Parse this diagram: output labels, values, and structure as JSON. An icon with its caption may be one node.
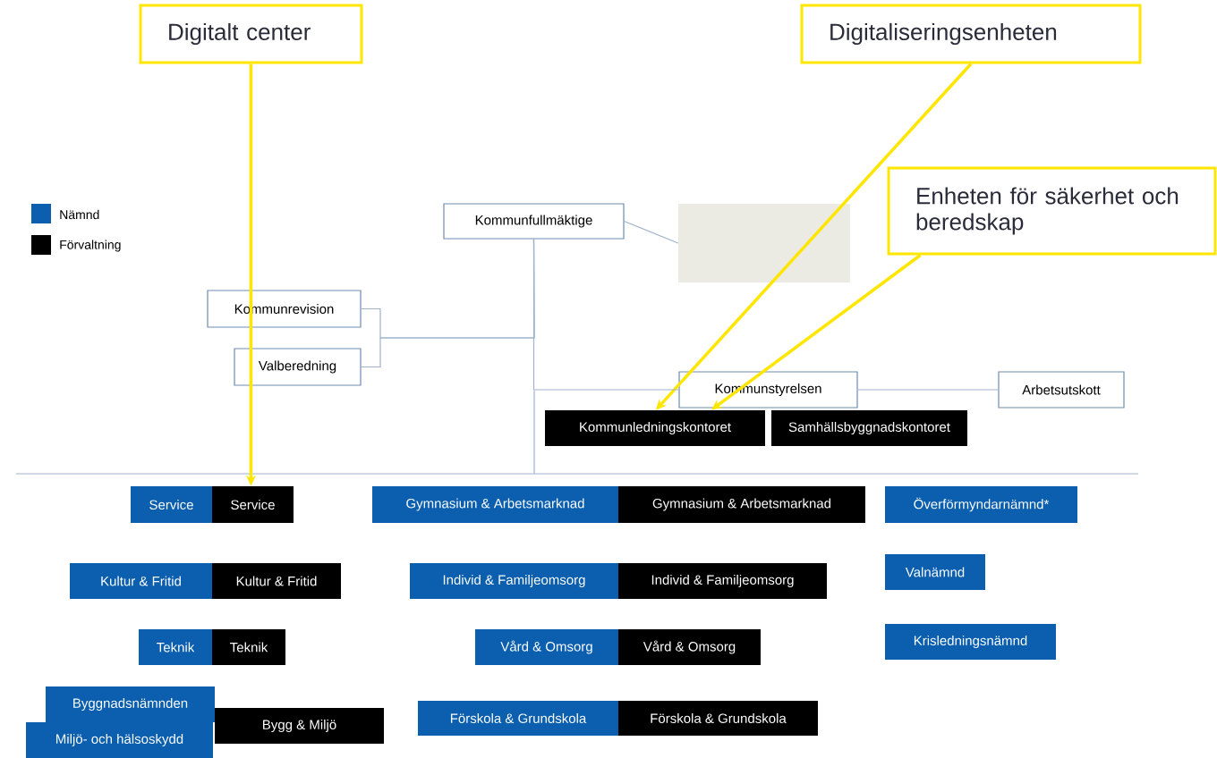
{
  "diagram": {
    "nodes": [
      {
        "text": [
          "Digitalt center"
        ]
      },
      {
        "text": [
          "Digitaliseringsenheten"
        ]
      },
      {
        "text": [
          "Enheten för säkerhet och beredskap"
        ]
      },
      {
        "text": [
          "Kommunfullmäktige"
        ]
      },
      {
        "text": [],
        "shape": "box"
      },
      {
        "text": [
          "Kommunrevision"
        ]
      },
      {
        "text": [
          "Valberedning"
        ]
      },
      {
        "text": [
          "Kommunstyrelsen"
        ]
      },
      {
        "text": [
          "Arbetsutskott"
        ]
      },
      {
        "text": [
          "Kommunledningskontoret"
        ]
      },
      {
        "text": [
          "Samhällsbyggnadskontoret"
        ]
      },
      {
        "text": [
          "Service"
        ]
      },
      {
        "text": [
          "Service"
        ]
      },
      {
        "text": [
          "Gymnasium & Arbetsmarknad"
        ]
      },
      {
        "text": [
          "Gymnasium & Arbetsmarknad"
        ]
      },
      {
        "text": [
          "Överförmyndarnämnd*"
        ]
      },
      {
        "text": [
          "Kultur & Fritid"
        ]
      },
      {
        "text": [
          "Kultur & Fritid"
        ]
      },
      {
        "text": [
          "Individ & Familjeomsorg"
        ]
      },
      {
        "text": [
          "Individ & Familjeomsorg"
        ]
      },
      {
        "text": [
          "Valnämnd"
        ]
      },
      {
        "text": [
          "Teknik"
        ]
      },
      {
        "text": [
          "Teknik"
        ]
      },
      {
        "text": [
          "Vård & Omsorg"
        ]
      },
      {
        "text": [
          "Vård & Omsorg"
        ]
      },
      {
        "text": [
          "Krisledningsnämnd"
        ]
      },
      {
        "text": [
          "Byggnadsnämnden"
        ]
      },
      {
        "text": [
          "Miljö- och hälsoskydd"
        ]
      },
      {
        "text": [
          "Bygg & Miljö"
        ]
      },
      {
        "text": [
          "Förskola & Grundskola"
        ]
      },
      {
        "text": [
          "Förskola & Grundskola"
        ]
      }
    ],
    "edges": [
      {
        "from": 0,
        "to": 12,
        "arrow": "to",
        "style": "thick",
        "color": "#ffe600"
      },
      {
        "from": 1,
        "to": 9,
        "arrow": "to",
        "style": "thick",
        "color": "#ffe600"
      },
      {
        "from": 2,
        "to": 9,
        "arrow": "to",
        "style": "thick",
        "color": "#ffe600"
      },
      {
        "from": 3,
        "to": 4,
        "arrow": "none",
        "color": "#a0b2cc"
      },
      {
        "from": 3,
        "to": 5,
        "arrow": "none",
        "color": "#a0b2cc"
      },
      {
        "from": 3,
        "to": 6,
        "arrow": "none",
        "color": "#a0b2cc"
      },
      {
        "from": 3,
        "to": 7,
        "arrow": "none",
        "color": "#a0b2cc"
      },
      {
        "from": 7,
        "to": 8,
        "arrow": "none",
        "color": "#a0b2cc"
      }
    ],
    "legend": [
      {
        "text": "Nämnd",
        "color": "#0b5fae"
      },
      {
        "text": "Förvaltning",
        "color": "#000000"
      }
    ]
  }
}
